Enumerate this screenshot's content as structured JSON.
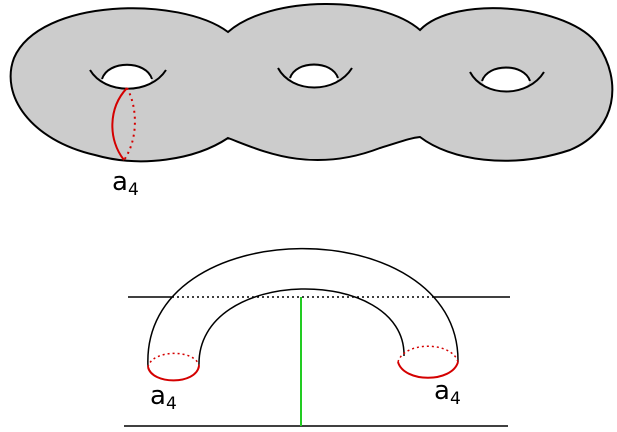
{
  "top_figure": {
    "curve_label": {
      "main": "a",
      "sub": "4"
    }
  },
  "bottom_figure": {
    "left_label": {
      "main": "a",
      "sub": "4"
    },
    "right_label": {
      "main": "a",
      "sub": "4"
    }
  },
  "colors": {
    "surface_fill": "#cccccc",
    "outline": "#000000",
    "curve_red": "#d40000",
    "segment_green": "#22cc22"
  }
}
